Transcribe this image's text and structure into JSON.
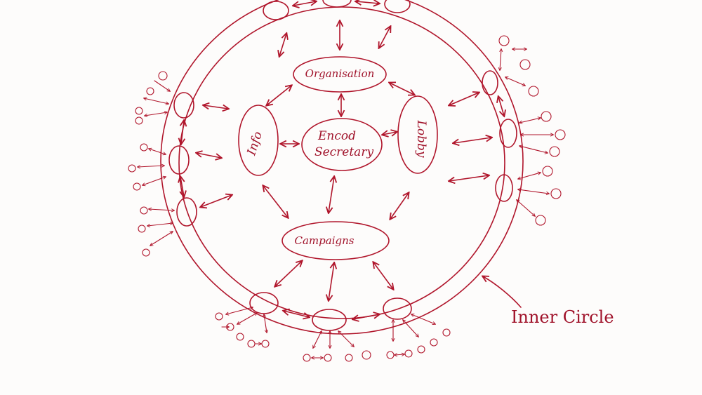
{
  "diagram": {
    "nodes": {
      "organisation": "Organisation",
      "info": "Info",
      "center_line1": "Encod",
      "center_line2": "Secretary",
      "lobby": "Lobby",
      "campaigns": "Campaigns"
    },
    "caption": "Inner Circle",
    "ink_color": "#b0152b",
    "paper_color": "#fdfcfb"
  }
}
